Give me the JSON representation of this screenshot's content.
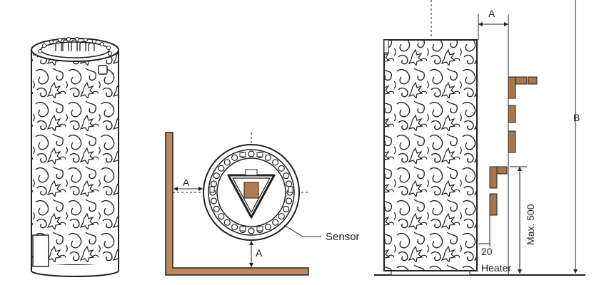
{
  "labels": {
    "clearance_a_side": "A",
    "clearance_a_front": "A",
    "clearance_a_top": "A",
    "clearance_b": "B",
    "sensor": "Sensor",
    "max_height": "Max. 500",
    "gap": "20",
    "heater": "Heater"
  },
  "colors": {
    "wall": "#b98a60",
    "wood": "#a8764c",
    "line": "#222222",
    "sensor": "#b07a4e"
  }
}
